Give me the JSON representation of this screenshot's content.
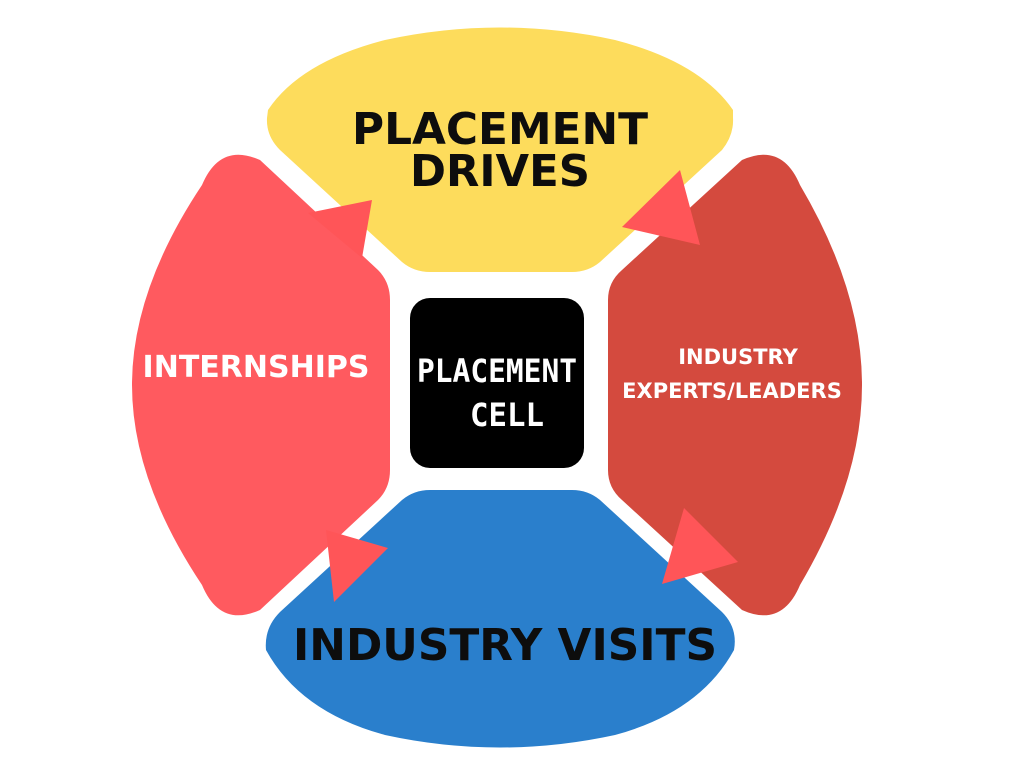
{
  "diagram": {
    "center": {
      "line1": "PLACEMENT",
      "line2": "CELL",
      "color": "#000000"
    },
    "top": {
      "line1": "PLACEMENT",
      "line2": "DRIVES",
      "color": "#fddc5c"
    },
    "right": {
      "line1": "INDUSTRY",
      "line2": "EXPERTS/LEADERS",
      "color": "#d44a3e"
    },
    "bottom": {
      "label": "INDUSTRY VISITS",
      "color": "#2a7fcc"
    },
    "left": {
      "label": "INTERNSHIPS",
      "color": "#ff5a5f"
    },
    "arrow_color": "#ff5558",
    "arrow_icons": [
      "arrow-left-to-top",
      "arrow-top-to-right",
      "arrow-right-to-bottom",
      "arrow-bottom-to-left"
    ]
  }
}
